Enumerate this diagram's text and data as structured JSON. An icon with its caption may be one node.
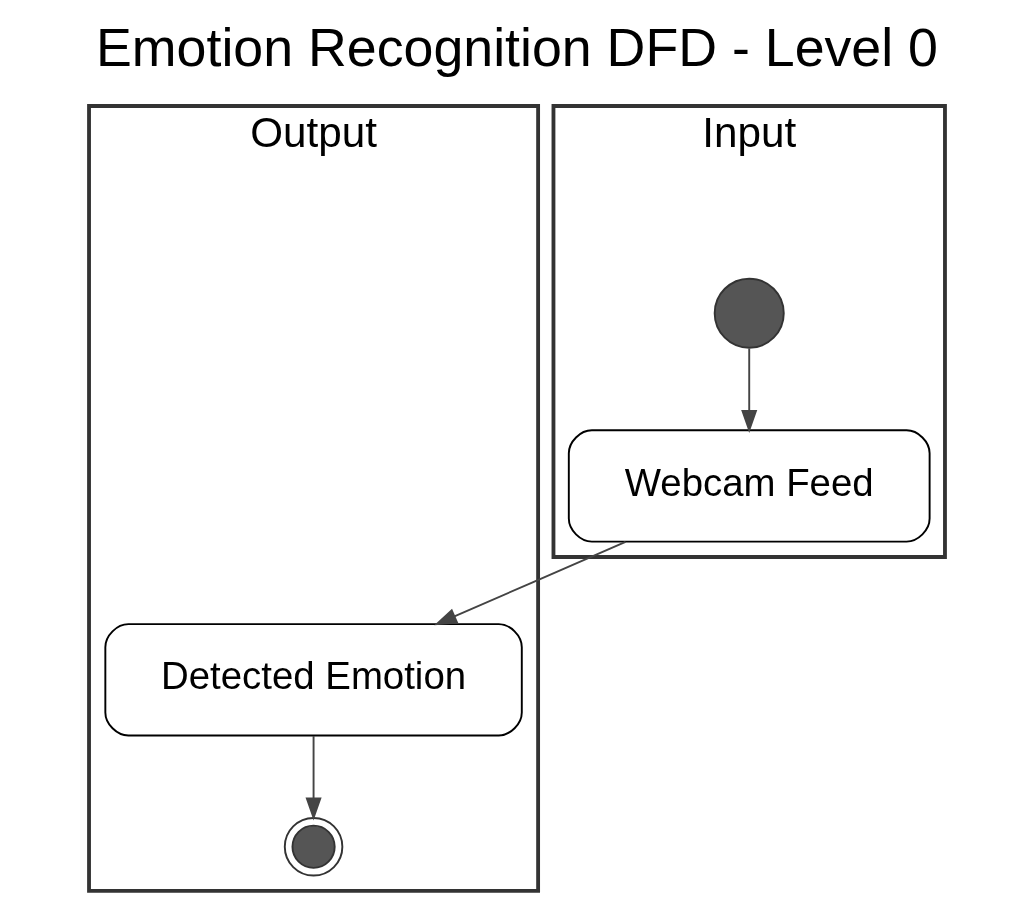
{
  "diagram": {
    "title": "Emotion Recognition DFD - Level 0",
    "nodes": [
      {
        "text": [
          "Input"
        ]
      },
      {
        "text": [
          "Output"
        ]
      },
      {
        "text": [],
        "shape": "circle",
        "in": 0
      },
      {
        "text": [
          "Webcam Feed"
        ],
        "in": 0
      },
      {
        "text": [
          "Detected Emotion"
        ],
        "in": 1
      },
      {
        "text": [],
        "shape": "bullseye",
        "in": 1
      }
    ],
    "edges": [
      {
        "from": 2,
        "to": 3,
        "arrow": "to"
      },
      {
        "from": 3,
        "to": 4,
        "arrow": "to"
      },
      {
        "from": 4,
        "to": 5,
        "arrow": "to"
      }
    ]
  }
}
